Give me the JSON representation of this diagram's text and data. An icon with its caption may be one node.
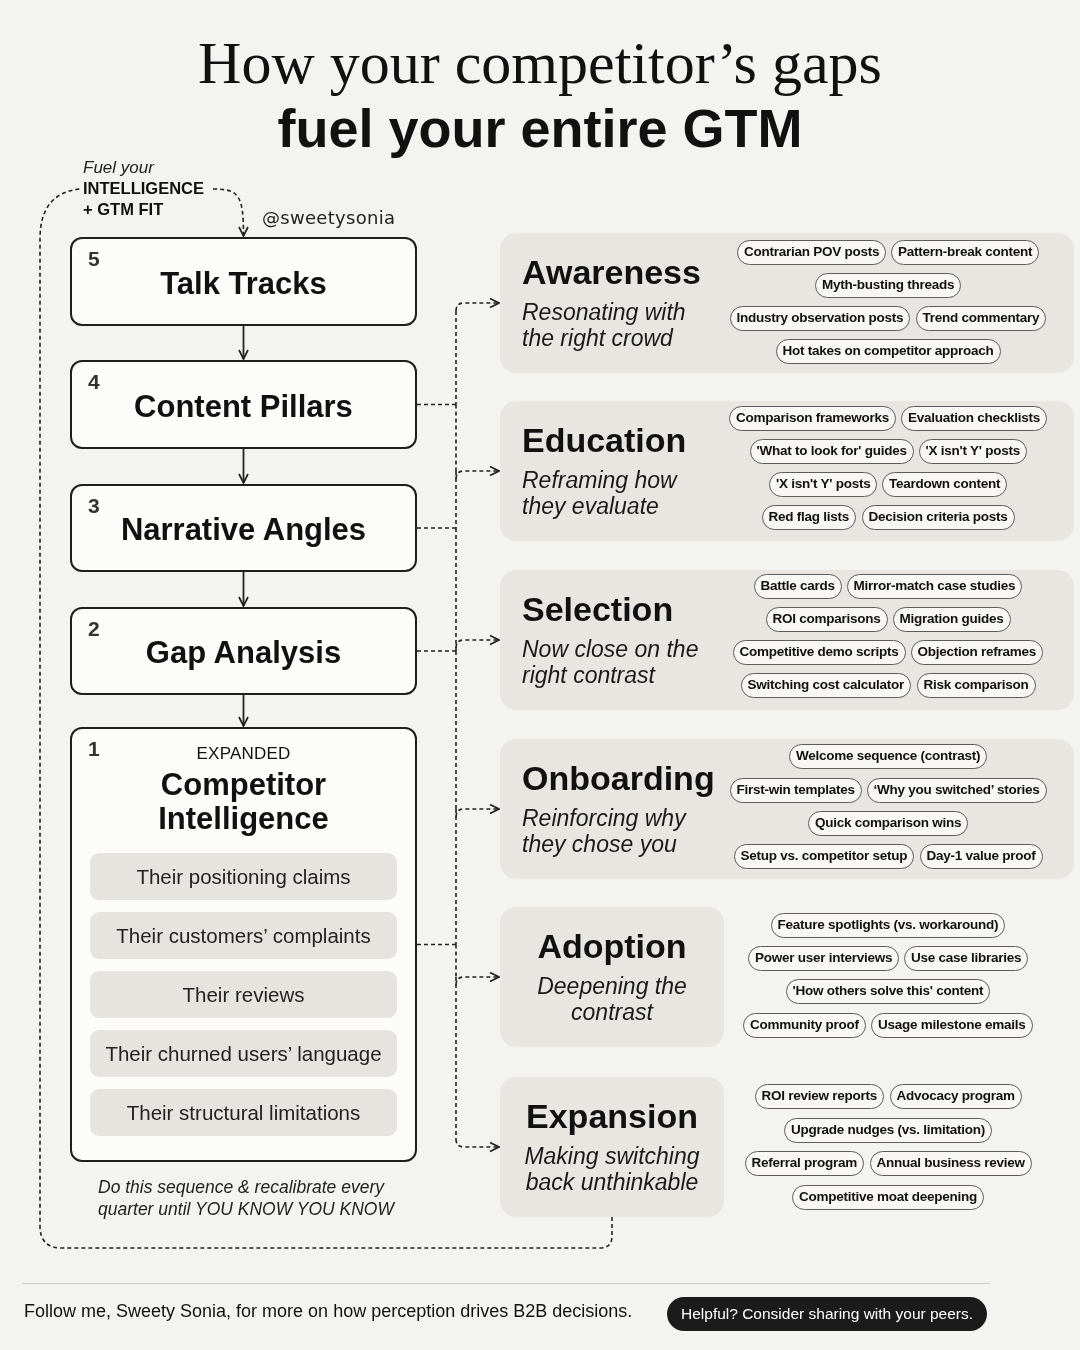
{
  "diagram": {
    "title": "How your competitor’s gaps **fuel your entire GTM**",
    "nodes": [
      {
        "text": [
          "Fuel your",
          "INTELLIGENCE + GTM FIT"
        ]
      },
      {
        "text": [
          "5",
          "Talk Tracks"
        ]
      },
      {
        "text": [
          "4",
          "Content Pillars"
        ]
      },
      {
        "text": [
          "3",
          "Narrative Angles"
        ]
      },
      {
        "text": [
          "2",
          "Gap Analysis"
        ]
      },
      {
        "text": [
          "1",
          "EXPANDED",
          "Competitor Intelligence"
        ]
      },
      {
        "text": [
          "Their positioning claims"
        ],
        "in": 5
      },
      {
        "text": [
          "Their customers’ complaints"
        ],
        "in": 5
      },
      {
        "text": [
          "Their reviews"
        ],
        "in": 5
      },
      {
        "text": [
          "Their churned users’ language"
        ],
        "in": 5
      },
      {
        "text": [
          "Their structural limitations"
        ],
        "in": 5
      },
      {
        "text": [
          "Awareness",
          "Resonating with the right crowd"
        ]
      },
      {
        "text": [
          "Contrarian POV posts"
        ],
        "in": 11
      },
      {
        "text": [
          "Pattern-break content"
        ],
        "in": 11
      },
      {
        "text": [
          "Myth-busting threads"
        ],
        "in": 11
      },
      {
        "text": [
          "Industry observation posts"
        ],
        "in": 11
      },
      {
        "text": [
          "Trend commentary"
        ],
        "in": 11
      },
      {
        "text": [
          "Hot takes on competitor approach"
        ],
        "in": 11
      },
      {
        "text": [
          "Education",
          "Reframing how they evaluate"
        ]
      },
      {
        "text": [
          "Comparison frameworks"
        ],
        "in": 18
      },
      {
        "text": [
          "Evaluation checklists"
        ],
        "in": 18
      },
      {
        "text": [
          "'What to look for' guides"
        ],
        "in": 18
      },
      {
        "text": [
          "'X isn't Y' posts"
        ],
        "in": 18
      },
      {
        "text": [
          "'X isn't Y' posts"
        ],
        "in": 18
      },
      {
        "text": [
          "Teardown content"
        ],
        "in": 18
      },
      {
        "text": [
          "Red flag lists"
        ],
        "in": 18
      },
      {
        "text": [
          "Decision criteria posts"
        ],
        "in": 18
      },
      {
        "text": [
          "Selection",
          "Now close on the right contrast"
        ]
      },
      {
        "text": [
          "Battle cards"
        ],
        "in": 27
      },
      {
        "text": [
          "Mirror-match case studies"
        ],
        "in": 27
      },
      {
        "text": [
          "ROI comparisons"
        ],
        "in": 27
      },
      {
        "text": [
          "Migration guides"
        ],
        "in": 27
      },
      {
        "text": [
          "Competitive demo scripts"
        ],
        "in": 27
      },
      {
        "text": [
          "Objection reframes"
        ],
        "in": 27
      },
      {
        "text": [
          "Switching cost calculator"
        ],
        "in": 27
      },
      {
        "text": [
          "Risk comparison"
        ],
        "in": 27
      },
      {
        "text": [
          "Onboarding",
          "Reinforcing why they chose you"
        ]
      },
      {
        "text": [
          "Welcome sequence (contrast)"
        ],
        "in": 36
      },
      {
        "text": [
          "First-win templates"
        ],
        "in": 36
      },
      {
        "text": [
          "‘Why you switched’ stories"
        ],
        "in": 36
      },
      {
        "text": [
          "Quick comparison wins"
        ],
        "in": 36
      },
      {
        "text": [
          "Setup vs. competitor setup"
        ],
        "in": 36
      },
      {
        "text": [
          "Day-1 value proof"
        ],
        "in": 36
      },
      {
        "text": [
          "Adoption",
          "Deepening the contrast"
        ]
      },
      {
        "text": [
          "Feature spotlights (vs. workaround)"
        ]
      },
      {
        "text": [
          "Power user interviews"
        ]
      },
      {
        "text": [
          "Use case libraries"
        ]
      },
      {
        "text": [
          "'How others solve this' content"
        ]
      },
      {
        "text": [
          "Community proof"
        ]
      },
      {
        "text": [
          "Usage milestone emails"
        ]
      },
      {
        "text": [
          "Expansion",
          "Making switching back unthinkable"
        ]
      },
      {
        "text": [
          "ROI review reports"
        ]
      },
      {
        "text": [
          "Advocacy program"
        ]
      },
      {
        "text": [
          "Upgrade nudges (vs. limitation)"
        ]
      },
      {
        "text": [
          "Referral program"
        ]
      },
      {
        "text": [
          "Annual business review"
        ]
      },
      {
        "text": [
          "Competitive moat deepening"
        ]
      }
    ],
    "edges": [
      {
        "from": 0,
        "to": 1,
        "arrow": "to",
        "style": "dashed"
      },
      {
        "from": 1,
        "to": 2,
        "arrow": "to"
      },
      {
        "from": 2,
        "to": 3,
        "arrow": "to"
      },
      {
        "from": 3,
        "to": 4,
        "arrow": "to"
      },
      {
        "from": 4,
        "to": 5,
        "arrow": "to"
      },
      {
        "from": 2,
        "to": 11,
        "arrow": "to",
        "style": "dashed"
      },
      {
        "from": 2,
        "to": 18,
        "arrow": "to",
        "style": "dashed"
      },
      {
        "from": 2,
        "to": 27,
        "arrow": "to",
        "style": "dashed"
      },
      {
        "from": 2,
        "to": 36,
        "arrow": "to",
        "style": "dashed"
      },
      {
        "from": 2,
        "to": 43,
        "arrow": "to",
        "style": "dashed"
      },
      {
        "from": 2,
        "to": 50,
        "arrow": "to",
        "style": "dashed"
      },
      {
        "from": 3,
        "to": 11,
        "arrow": "to",
        "style": "dashed"
      },
      {
        "from": 3,
        "to": 18,
        "arrow": "to",
        "style": "dashed"
      },
      {
        "from": 3,
        "to": 27,
        "arrow": "to",
        "style": "dashed"
      },
      {
        "from": 3,
        "to": 36,
        "arrow": "to",
        "style": "dashed"
      },
      {
        "from": 3,
        "to": 43,
        "arrow": "to",
        "style": "dashed"
      },
      {
        "from": 3,
        "to": 50,
        "arrow": "to",
        "style": "dashed"
      },
      {
        "from": 4,
        "to": 11,
        "arrow": "to",
        "style": "dashed"
      },
      {
        "from": 4,
        "to": 18,
        "arrow": "to",
        "style": "dashed"
      },
      {
        "from": 4,
        "to": 27,
        "arrow": "to",
        "style": "dashed"
      },
      {
        "from": 4,
        "to": 36,
        "arrow": "to",
        "style": "dashed"
      },
      {
        "from": 4,
        "to": 43,
        "arrow": "to",
        "style": "dashed"
      },
      {
        "from": 4,
        "to": 50,
        "arrow": "to",
        "style": "dashed"
      },
      {
        "from": 5,
        "to": 11,
        "arrow": "to",
        "style": "dashed"
      },
      {
        "from": 5,
        "to": 18,
        "arrow": "to",
        "style": "dashed"
      },
      {
        "from": 5,
        "to": 27,
        "arrow": "to",
        "style": "dashed"
      },
      {
        "from": 5,
        "to": 36,
        "arrow": "to",
        "style": "dashed"
      },
      {
        "from": 5,
        "to": 43,
        "arrow": "to",
        "style": "dashed"
      },
      {
        "from": 5,
        "to": 50,
        "arrow": "to",
        "style": "dashed"
      },
      {
        "from": 50,
        "to": 0,
        "arrow": "none",
        "style": "dashed"
      }
    ],
    "labels": [
      "@sweetysonia",
      "Do this sequence & recalibrate every quarter until YOU KNOW YOU KNOW",
      "Follow me, Sweety Sonia, for more on how perception drives B2B decisions.",
      "Helpful? Consider sharing with your peers."
    ]
  }
}
